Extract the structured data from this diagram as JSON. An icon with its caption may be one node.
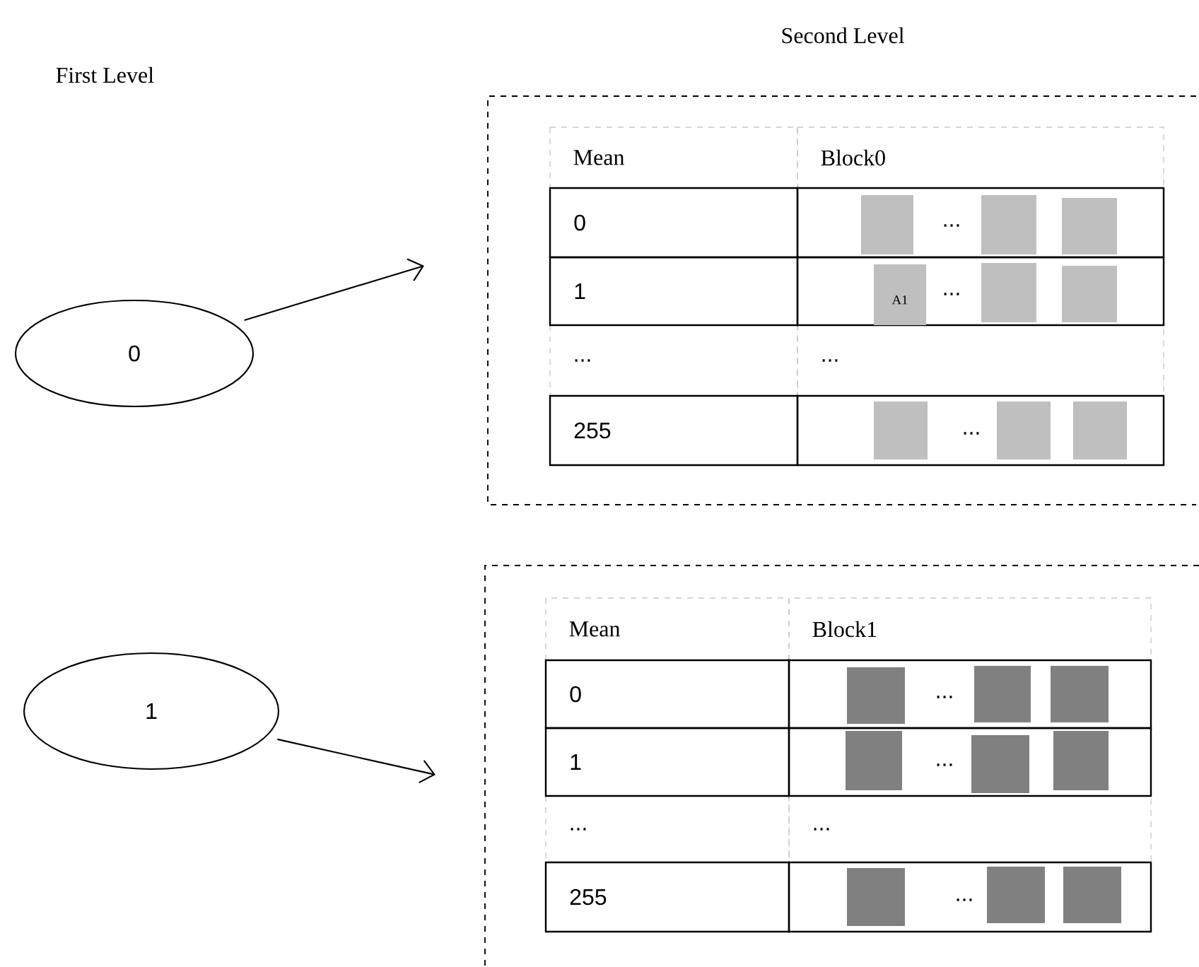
{
  "diagram": {
    "nodes": [
      {
        "text": [
          "0"
        ]
      },
      {
        "text": [],
        "shape": "box"
      },
      {
        "text": [],
        "shape": "box",
        "in": 1
      },
      {
        "text": [],
        "shape": "box",
        "in": 1
      },
      {
        "text": [],
        "shape": "box",
        "in": 1
      },
      {
        "text": [
          "A1"
        ],
        "in": 1
      },
      {
        "text": [],
        "shape": "box",
        "in": 1
      },
      {
        "text": [],
        "shape": "box",
        "in": 1
      },
      {
        "text": [],
        "shape": "box",
        "in": 1
      },
      {
        "text": [],
        "shape": "box",
        "in": 1
      },
      {
        "text": [],
        "shape": "box",
        "in": 1
      },
      {
        "text": [
          "1"
        ]
      },
      {
        "text": [],
        "shape": "box"
      },
      {
        "text": [],
        "shape": "box",
        "in": 12
      },
      {
        "text": [],
        "shape": "box",
        "in": 12
      },
      {
        "text": [],
        "shape": "box",
        "in": 12
      },
      {
        "text": [],
        "shape": "box",
        "in": 12
      },
      {
        "text": [],
        "shape": "box",
        "in": 12
      },
      {
        "text": [],
        "shape": "box",
        "in": 12
      },
      {
        "text": [],
        "shape": "box",
        "in": 12
      },
      {
        "text": [],
        "shape": "box",
        "in": 12
      },
      {
        "text": [],
        "shape": "box",
        "in": 12
      }
    ],
    "edges": [
      {
        "from": 0,
        "to": null,
        "arrow": "to"
      },
      {
        "from": 11,
        "to": null,
        "arrow": "to"
      }
    ],
    "labels": [
      "First Level",
      "Second Level",
      "Mean",
      "Block0",
      "0",
      "...",
      "1",
      "...",
      "...",
      "...",
      "255",
      "...",
      "Mean",
      "Block1",
      "0",
      "...",
      "1",
      "...",
      "...",
      "...",
      "255",
      "..."
    ]
  }
}
